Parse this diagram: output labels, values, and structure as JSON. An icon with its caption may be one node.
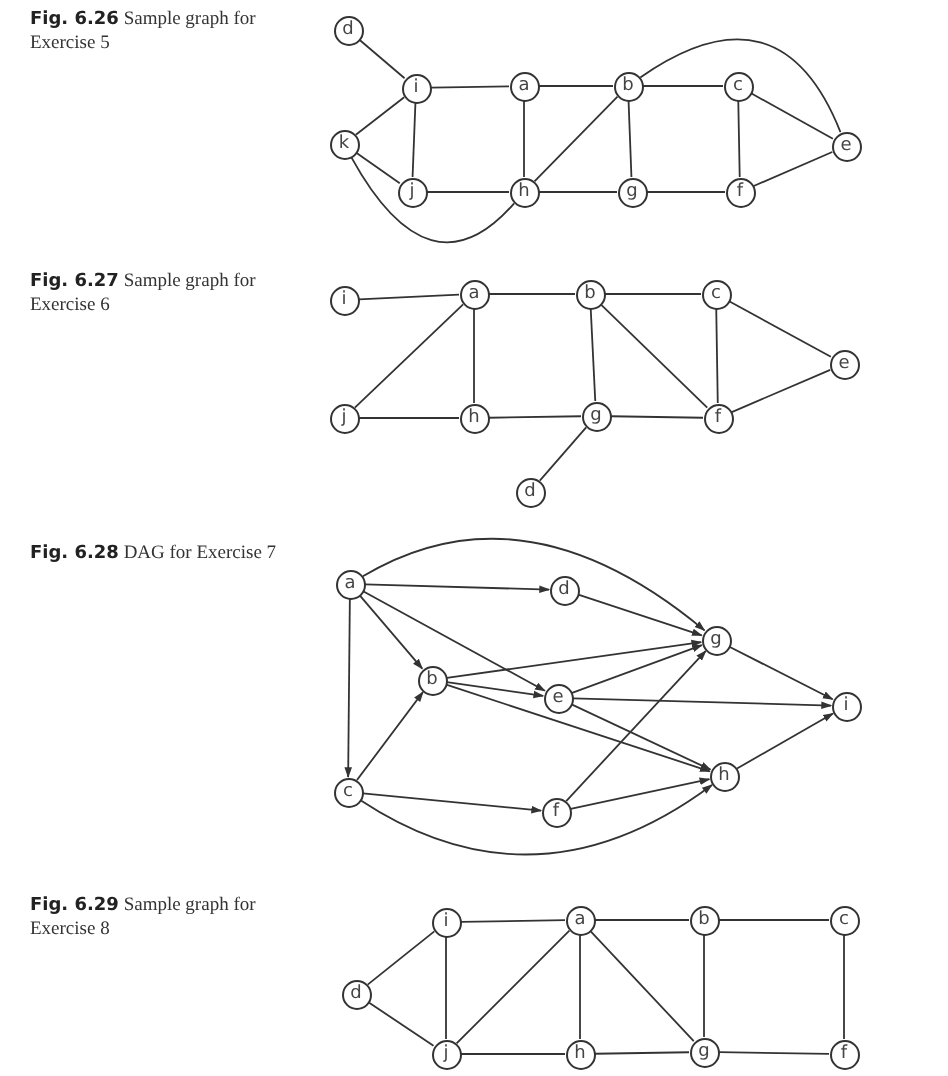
{
  "diagram": {
    "nodes": [
      {
        "text": [
          "d"
        ]
      },
      {
        "text": [
          "i"
        ]
      },
      {
        "text": [
          "a"
        ]
      },
      {
        "text": [
          "b"
        ]
      },
      {
        "text": [
          "c"
        ]
      },
      {
        "text": [
          "k"
        ]
      },
      {
        "text": [
          "e"
        ]
      },
      {
        "text": [
          "j"
        ]
      },
      {
        "text": [
          "h"
        ]
      },
      {
        "text": [
          "g"
        ]
      },
      {
        "text": [
          "f"
        ]
      },
      {
        "text": [
          "i"
        ]
      },
      {
        "text": [
          "a"
        ]
      },
      {
        "text": [
          "b"
        ]
      },
      {
        "text": [
          "c"
        ]
      },
      {
        "text": [
          "e"
        ]
      },
      {
        "text": [
          "j"
        ]
      },
      {
        "text": [
          "h"
        ]
      },
      {
        "text": [
          "g"
        ]
      },
      {
        "text": [
          "f"
        ]
      },
      {
        "text": [
          "d"
        ]
      },
      {
        "text": [
          "a"
        ]
      },
      {
        "text": [
          "d"
        ]
      },
      {
        "text": [
          "g"
        ]
      },
      {
        "text": [
          "b"
        ]
      },
      {
        "text": [
          "e"
        ]
      },
      {
        "text": [
          "i"
        ]
      },
      {
        "text": [
          "c"
        ]
      },
      {
        "text": [
          "h"
        ]
      },
      {
        "text": [
          "f"
        ]
      },
      {
        "text": [
          "i"
        ]
      },
      {
        "text": [
          "a"
        ]
      },
      {
        "text": [
          "b"
        ]
      },
      {
        "text": [
          "c"
        ]
      },
      {
        "text": [
          "d"
        ]
      },
      {
        "text": [
          "j"
        ]
      },
      {
        "text": [
          "h"
        ]
      },
      {
        "text": [
          "g"
        ]
      },
      {
        "text": [
          "f"
        ]
      }
    ],
    "edges": [
      {
        "from": 0,
        "to": 1,
        "arrow": "none"
      },
      {
        "from": 1,
        "to": 2,
        "arrow": "none"
      },
      {
        "from": 2,
        "to": 3,
        "arrow": "none"
      },
      {
        "from": 3,
        "to": 4,
        "arrow": "none"
      },
      {
        "from": 3,
        "to": 6,
        "arrow": "none"
      },
      {
        "from": 4,
        "to": 6,
        "arrow": "none"
      },
      {
        "from": 1,
        "to": 5,
        "arrow": "none"
      },
      {
        "from": 1,
        "to": 7,
        "arrow": "none"
      },
      {
        "from": 5,
        "to": 7,
        "arrow": "none"
      },
      {
        "from": 5,
        "to": 8,
        "arrow": "none"
      },
      {
        "from": 7,
        "to": 8,
        "arrow": "none"
      },
      {
        "from": 2,
        "to": 8,
        "arrow": "none"
      },
      {
        "from": 8,
        "to": 3,
        "arrow": "none"
      },
      {
        "from": 3,
        "to": 9,
        "arrow": "none"
      },
      {
        "from": 8,
        "to": 9,
        "arrow": "none"
      },
      {
        "from": 9,
        "to": 10,
        "arrow": "none"
      },
      {
        "from": 4,
        "to": 10,
        "arrow": "none"
      },
      {
        "from": 10,
        "to": 6,
        "arrow": "none"
      },
      {
        "from": 11,
        "to": 12,
        "arrow": "none"
      },
      {
        "from": 12,
        "to": 13,
        "arrow": "none"
      },
      {
        "from": 13,
        "to": 14,
        "arrow": "none"
      },
      {
        "from": 14,
        "to": 15,
        "arrow": "none"
      },
      {
        "from": 12,
        "to": 16,
        "arrow": "none"
      },
      {
        "from": 12,
        "to": 17,
        "arrow": "none"
      },
      {
        "from": 13,
        "to": 18,
        "arrow": "none"
      },
      {
        "from": 13,
        "to": 19,
        "arrow": "none"
      },
      {
        "from": 14,
        "to": 19,
        "arrow": "none"
      },
      {
        "from": 15,
        "to": 19,
        "arrow": "none"
      },
      {
        "from": 16,
        "to": 17,
        "arrow": "none"
      },
      {
        "from": 17,
        "to": 18,
        "arrow": "none"
      },
      {
        "from": 18,
        "to": 19,
        "arrow": "none"
      },
      {
        "from": 18,
        "to": 20,
        "arrow": "none"
      },
      {
        "from": 21,
        "to": 22,
        "arrow": "to"
      },
      {
        "from": 21,
        "to": 23,
        "arrow": "to"
      },
      {
        "from": 21,
        "to": 24,
        "arrow": "to"
      },
      {
        "from": 21,
        "to": 25,
        "arrow": "to"
      },
      {
        "from": 21,
        "to": 27,
        "arrow": "to"
      },
      {
        "from": 22,
        "to": 23,
        "arrow": "to"
      },
      {
        "from": 24,
        "to": 23,
        "arrow": "to"
      },
      {
        "from": 24,
        "to": 25,
        "arrow": "to"
      },
      {
        "from": 24,
        "to": 28,
        "arrow": "to"
      },
      {
        "from": 27,
        "to": 24,
        "arrow": "to"
      },
      {
        "from": 25,
        "to": 23,
        "arrow": "to"
      },
      {
        "from": 25,
        "to": 26,
        "arrow": "to"
      },
      {
        "from": 25,
        "to": 28,
        "arrow": "to"
      },
      {
        "from": 23,
        "to": 26,
        "arrow": "to"
      },
      {
        "from": 28,
        "to": 26,
        "arrow": "to"
      },
      {
        "from": 27,
        "to": 29,
        "arrow": "to"
      },
      {
        "from": 29,
        "to": 28,
        "arrow": "to"
      },
      {
        "from": 29,
        "to": 23,
        "arrow": "to"
      },
      {
        "from": 27,
        "to": 28,
        "arrow": "to"
      },
      {
        "from": 30,
        "to": 31,
        "arrow": "none"
      },
      {
        "from": 31,
        "to": 32,
        "arrow": "none"
      },
      {
        "from": 32,
        "to": 33,
        "arrow": "none"
      },
      {
        "from": 34,
        "to": 30,
        "arrow": "none"
      },
      {
        "from": 34,
        "to": 35,
        "arrow": "none"
      },
      {
        "from": 30,
        "to": 35,
        "arrow": "none"
      },
      {
        "from": 35,
        "to": 31,
        "arrow": "none"
      },
      {
        "from": 31,
        "to": 36,
        "arrow": "none"
      },
      {
        "from": 31,
        "to": 37,
        "arrow": "none"
      },
      {
        "from": 32,
        "to": 37,
        "arrow": "none"
      },
      {
        "from": 33,
        "to": 38,
        "arrow": "none"
      },
      {
        "from": 35,
        "to": 36,
        "arrow": "none"
      },
      {
        "from": 36,
        "to": 37,
        "arrow": "none"
      },
      {
        "from": 37,
        "to": 38,
        "arrow": "none"
      }
    ],
    "labels": [
      "**Fig. 6.26** Sample graph for Exercise 5",
      "**Fig. 6.27** Sample graph for Exercise 6",
      "**Fig. 6.28** DAG for Exercise 7",
      "**Fig. 6.29** Sample graph for Exercise 8"
    ]
  }
}
